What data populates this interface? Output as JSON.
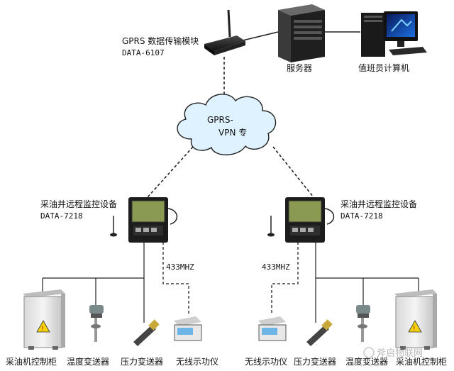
{
  "gprs_module": {
    "title": "GPRS 数据传输模块",
    "model": "DATA-6107"
  },
  "server": {
    "label": "服务器"
  },
  "operator_pc": {
    "label": "值班员计算机"
  },
  "cloud": {
    "line1": "GPRS-",
    "line2": "VPN 专"
  },
  "device_left": {
    "title": "采油井远程监控设备",
    "model": "DATA-7218"
  },
  "device_right": {
    "title": "采油井远程监控设备",
    "model": "DATA-7218"
  },
  "freq_left": "433MHZ",
  "freq_right": "433MHZ",
  "bottom_left": [
    "采油机控制柜",
    "温度变送器",
    "压力变送器",
    "无线示功仪"
  ],
  "bottom_right": [
    "无线示功仪",
    "压力变送器",
    "温度变送器",
    "采油机控制柜"
  ],
  "watermark": "斧启物联网"
}
